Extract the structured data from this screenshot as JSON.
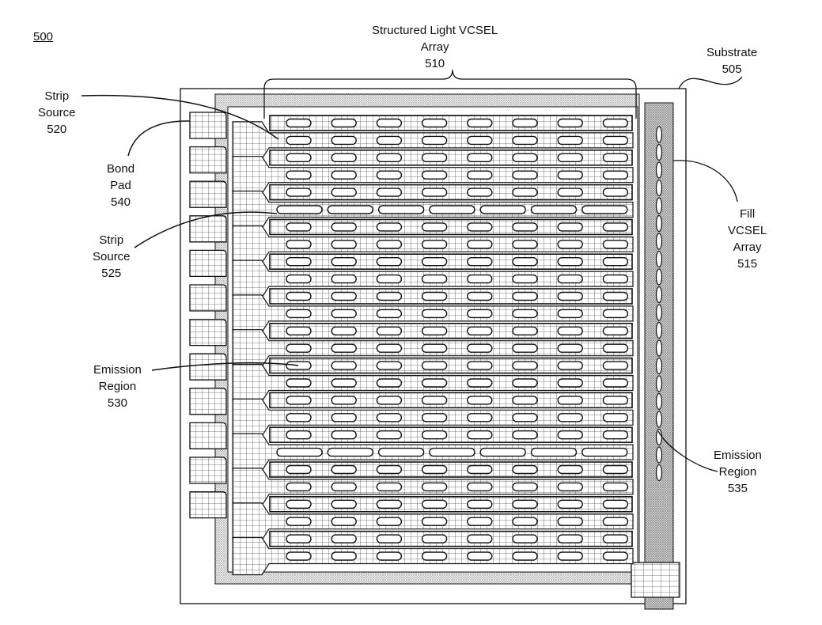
{
  "figure": {
    "number": "500",
    "labels": {
      "structured_array": {
        "lines": [
          "Structured Light VCSEL",
          "Array",
          "510"
        ]
      },
      "substrate": {
        "lines": [
          "Substrate",
          "505"
        ]
      },
      "strip_source_520": {
        "lines": [
          "Strip",
          "Source",
          "520"
        ]
      },
      "bond_pad": {
        "lines": [
          "Bond",
          "Pad",
          "540"
        ]
      },
      "strip_source_525": {
        "lines": [
          "Strip",
          "Source",
          "525"
        ]
      },
      "emission_530": {
        "lines": [
          "Emission",
          "Region",
          "530"
        ]
      },
      "fill_array": {
        "lines": [
          "Fill",
          "VCSEL",
          "Array",
          "515"
        ]
      },
      "emission_535": {
        "lines": [
          "Emission",
          "Region",
          "535"
        ]
      }
    },
    "structure": {
      "bond_pad_count": 12,
      "strip_rows": 26,
      "emitters_per_short_row": 8,
      "emitters_per_long_row": 7,
      "long_emitter_rows": [
        5,
        19
      ],
      "fill_emitter_count": 20
    },
    "colors": {
      "line": "#111111",
      "grid": "#555555",
      "dotted_fill": "#d4d4d4",
      "background": "#ffffff"
    }
  }
}
